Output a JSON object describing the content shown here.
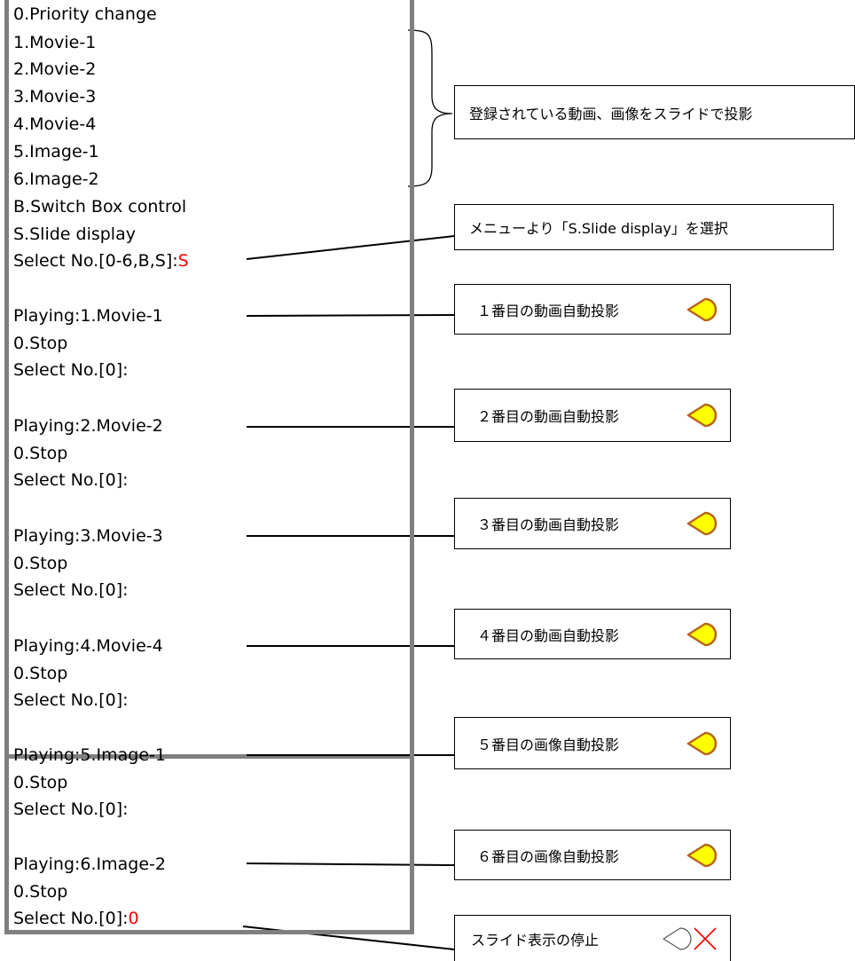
{
  "terminal": {
    "menu": [
      "0.Priority change",
      "1.Movie-1",
      "2.Movie-2",
      "3.Movie-3",
      "4.Movie-4",
      "5.Image-1",
      "6.Image-2",
      "B.Switch Box control",
      "S.Slide display"
    ],
    "select_prompt": "Select No.[0-6,B,S]:",
    "select_input": "S",
    "blocks": [
      {
        "playing": "Playing:1.Movie-1",
        "stop": "0.Stop",
        "prompt": "Select No.[0]:",
        "input": ""
      },
      {
        "playing": "Playing:2.Movie-2",
        "stop": "0.Stop",
        "prompt": "Select No.[0]:",
        "input": ""
      },
      {
        "playing": "Playing:3.Movie-3",
        "stop": "0.Stop",
        "prompt": "Select No.[0]:",
        "input": ""
      },
      {
        "playing": "Playing:4.Movie-4",
        "stop": "0.Stop",
        "prompt": "Select No.[0]:",
        "input": ""
      },
      {
        "playing": "Playing:5.Image-1",
        "stop": "0.Stop",
        "prompt": "Select No.[0]:",
        "input": ""
      },
      {
        "playing": "Playing:6.Image-2",
        "stop": "0.Stop",
        "prompt": "Select No.[0]:",
        "input": "0"
      }
    ]
  },
  "notes": {
    "registered": "登録されている動画、画像をスライドで投影",
    "select_menu": "メニューより「S.Slide display」を選択",
    "auto": [
      "１番目の動画自動投影",
      "２番目の動画自動投影",
      "３番目の動画自動投影",
      "４番目の動画自動投影",
      "５番目の画像自動投影",
      "６番目の画像自動投影"
    ],
    "stop": "スライド表示の停止"
  },
  "colors": {
    "terminal_border": "#7f7f7f",
    "input_highlight": "#ff0000",
    "lamp_on_fill": "#ffff00",
    "lamp_outline": "#b5651d",
    "stop_mark": "#ff0000"
  },
  "icons": {
    "lamp_on": "projector-lamp-on-icon",
    "lamp_off": "projector-lamp-off-icon",
    "stop_mark": "cross-icon"
  }
}
